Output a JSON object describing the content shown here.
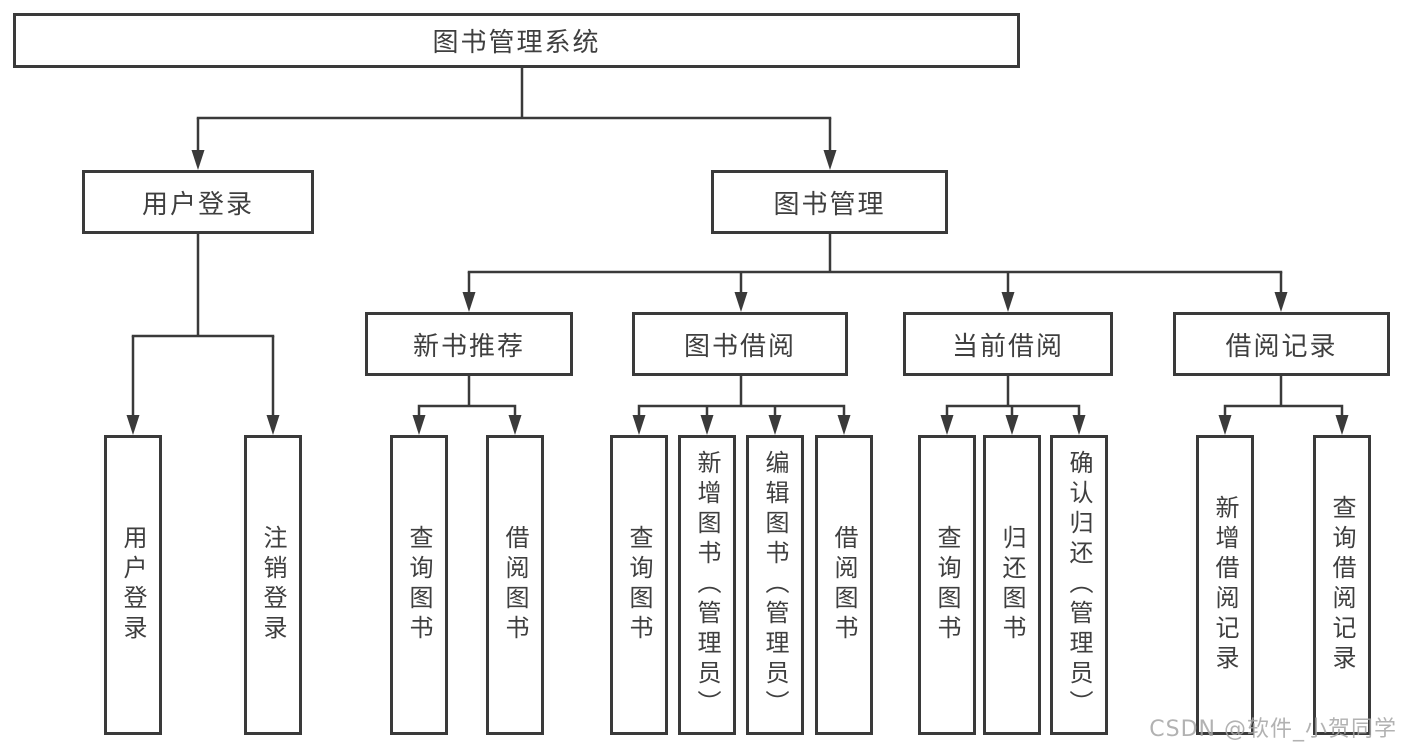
{
  "title": "图书管理系统",
  "watermark": "CSDN @软件_小贺同学",
  "colors": {
    "line": "#3a3a3a",
    "box_border": "#3a3a3a",
    "text": "#3f3f3f",
    "background": "#ffffff",
    "watermark": "#a5a5a5"
  },
  "nodes": {
    "root": {
      "label": "图书管理系统"
    },
    "userLogin": {
      "label": "用户登录",
      "children": [
        {
          "label": "用户登录"
        },
        {
          "label": "注销登录"
        }
      ]
    },
    "bookMgmt": {
      "label": "图书管理"
    },
    "newBookRec": {
      "label": "新书推荐",
      "children": [
        {
          "label": "查询图书"
        },
        {
          "label": "借阅图书"
        }
      ]
    },
    "bookBorrow": {
      "label": "图书借阅",
      "children": [
        {
          "label": "查询图书"
        },
        {
          "label": "新增图书（管理员）"
        },
        {
          "label": "编辑图书（管理员）"
        },
        {
          "label": "借阅图书"
        }
      ]
    },
    "currentBorrow": {
      "label": "当前借阅",
      "children": [
        {
          "label": "查询图书"
        },
        {
          "label": "归还图书"
        },
        {
          "label": "确认归还（管理员）"
        }
      ]
    },
    "borrowRecord": {
      "label": "借阅记录",
      "children": [
        {
          "label": "新增借阅记录"
        },
        {
          "label": "查询借阅记录"
        }
      ]
    }
  }
}
